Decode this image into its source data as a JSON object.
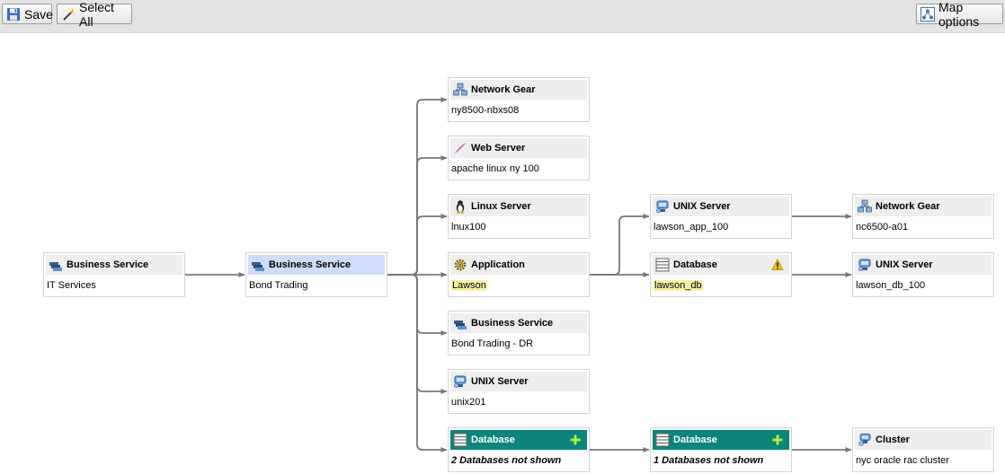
{
  "toolbar": {
    "save_label": "Save",
    "select_all_label": "Select All",
    "map_options_label": "Map options"
  },
  "colors": {
    "selected_header": "#cfdcfb",
    "hidden_header": "#0b8579",
    "highlight": "#f6f1a8",
    "edge": "#777777"
  },
  "nodes": {
    "it_services": {
      "type": "Business Service",
      "name": "IT Services",
      "icon": "business-service-icon"
    },
    "bond_trading": {
      "type": "Business Service",
      "name": "Bond Trading",
      "icon": "business-service-icon",
      "selected": true
    },
    "ny8500": {
      "type": "Network Gear",
      "name": "ny8500-nbxs08",
      "icon": "network-gear-icon"
    },
    "apache": {
      "type": "Web Server",
      "name": "apache linux ny 100",
      "icon": "web-server-icon"
    },
    "lnux100": {
      "type": "Linux Server",
      "name": "lnux100",
      "icon": "linux-server-icon"
    },
    "lawson": {
      "type": "Application",
      "name": "Lawson",
      "icon": "application-icon",
      "highlighted": true
    },
    "bond_dr": {
      "type": "Business Service",
      "name": "Bond Trading - DR",
      "icon": "business-service-icon"
    },
    "unix201": {
      "type": "UNIX Server",
      "name": "unix201",
      "icon": "unix-server-icon"
    },
    "db_hidden_2": {
      "type": "Database",
      "name": "2 Databases not shown",
      "icon": "database-icon",
      "expandable": true
    },
    "lawson_app": {
      "type": "UNIX Server",
      "name": "lawson_app_100",
      "icon": "unix-server-icon"
    },
    "lawson_db": {
      "type": "Database",
      "name": "lawson_db",
      "icon": "database-icon",
      "highlighted": true,
      "warning": true
    },
    "db_hidden_1": {
      "type": "Database",
      "name": "1 Databases not shown",
      "icon": "database-icon",
      "expandable": true
    },
    "nc6500": {
      "type": "Network Gear",
      "name": "nc6500-a01",
      "icon": "network-gear-icon"
    },
    "lawson_db_100": {
      "type": "UNIX Server",
      "name": "lawson_db_100",
      "icon": "unix-server-icon"
    },
    "nyc_cluster": {
      "type": "Cluster",
      "name": "nyc oracle rac cluster",
      "icon": "cluster-icon"
    }
  },
  "edges": [
    [
      "it_services",
      "bond_trading"
    ],
    [
      "bond_trading",
      "ny8500"
    ],
    [
      "bond_trading",
      "apache"
    ],
    [
      "bond_trading",
      "lnux100"
    ],
    [
      "bond_trading",
      "lawson"
    ],
    [
      "bond_trading",
      "bond_dr"
    ],
    [
      "bond_trading",
      "unix201"
    ],
    [
      "bond_trading",
      "db_hidden_2"
    ],
    [
      "lawson",
      "lawson_app"
    ],
    [
      "lawson",
      "lawson_db"
    ],
    [
      "lawson_app",
      "nc6500"
    ],
    [
      "lawson_db",
      "lawson_db_100"
    ],
    [
      "db_hidden_2",
      "db_hidden_1"
    ],
    [
      "db_hidden_1",
      "nyc_cluster"
    ]
  ]
}
